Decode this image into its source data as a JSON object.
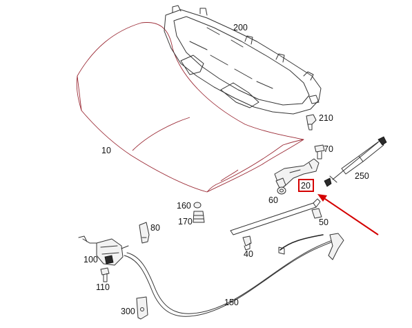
{
  "labels": {
    "p200": "200",
    "p210": "210",
    "p10": "10",
    "p70": "70",
    "p250": "250",
    "p20": "20",
    "p60": "60",
    "p160": "160",
    "p170": "170",
    "p80": "80",
    "p50": "50",
    "p40": "40",
    "p100": "100",
    "p110": "110",
    "p150": "150",
    "p300": "300"
  },
  "colors": {
    "highlight": "#d40000",
    "hood_outline": "#9b2a35",
    "line": "#333333",
    "background": "#ffffff"
  },
  "highlighted_part": "20"
}
